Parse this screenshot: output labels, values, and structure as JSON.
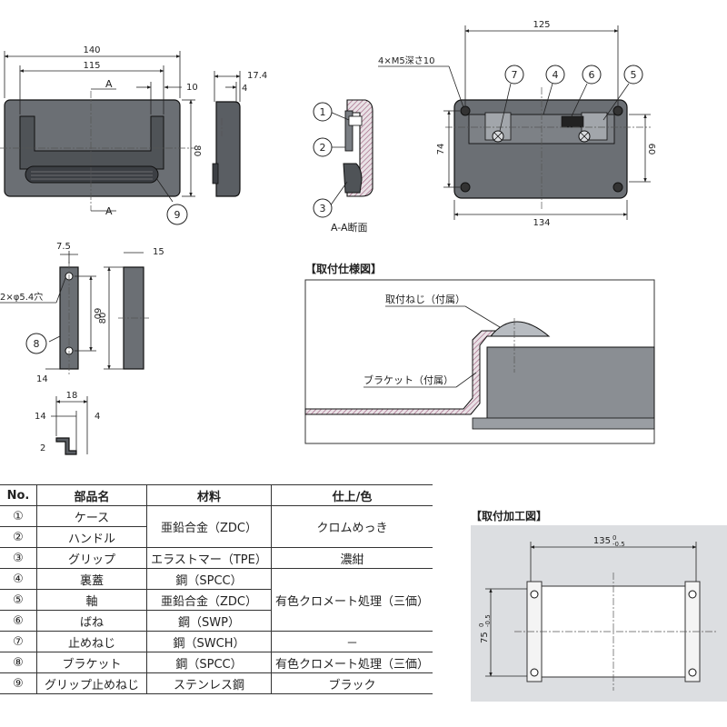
{
  "front_view": {
    "dims": {
      "w140": "140",
      "w115": "115",
      "w10": "10",
      "h80": "80",
      "sec": "A",
      "sec2": "A"
    },
    "callout9": "9"
  },
  "side_view": {
    "d17": "17.4",
    "d4": "4"
  },
  "section": {
    "callouts": [
      "1",
      "2",
      "3"
    ],
    "caption": "A-A断面"
  },
  "rear_view": {
    "note": "4×M5深さ10",
    "w125": "125",
    "w134": "134",
    "h74": "74",
    "h60": "60",
    "callouts": [
      "7",
      "4",
      "6",
      "5"
    ]
  },
  "bracket": {
    "holes": "2×φ5.4穴",
    "d75": "7.5",
    "d14": "14",
    "h60": "60",
    "h80": "80",
    "d15": "15",
    "callout8": "8",
    "d18": "18",
    "d14b": "14",
    "d4": "4",
    "d2": "2"
  },
  "mount_spec": {
    "title": "【取付仕様図】",
    "screw": "取付ねじ（付属）",
    "bracket": "ブラケット（付属）"
  },
  "machining": {
    "title": "【取付加工図】",
    "w": "135",
    "wtol": "-0.5",
    "wtol2": "0",
    "h": "75",
    "htol": "-0.5",
    "htol2": "0"
  },
  "parts_table": {
    "headers": [
      "No.",
      "部品名",
      "材料",
      "仕上/色"
    ],
    "rows": [
      {
        "no": "①",
        "name": "ケース",
        "material": "亜鉛合金（ZDC）",
        "finish": "クロムめっき"
      },
      {
        "no": "②",
        "name": "ハンドル",
        "material": "",
        "finish": ""
      },
      {
        "no": "③",
        "name": "グリップ",
        "material": "エラストマー（TPE）",
        "finish": "濃紺"
      },
      {
        "no": "④",
        "name": "裏蓋",
        "material": "鋼（SPCC）",
        "finish": "有色クロメート処理（三価）"
      },
      {
        "no": "⑤",
        "name": "軸",
        "material": "亜鉛合金（ZDC）",
        "finish": ""
      },
      {
        "no": "⑥",
        "name": "ばね",
        "material": "鋼（SWP）",
        "finish": ""
      },
      {
        "no": "⑦",
        "name": "止めねじ",
        "material": "鋼（SWCH）",
        "finish": "－"
      },
      {
        "no": "⑧",
        "name": "ブラケット",
        "material": "鋼（SPCC）",
        "finish": "有色クロメート処理（三価）"
      },
      {
        "no": "⑨",
        "name": "グリップ止めねじ",
        "material": "ステンレス鋼",
        "finish": "ブラック"
      }
    ]
  }
}
